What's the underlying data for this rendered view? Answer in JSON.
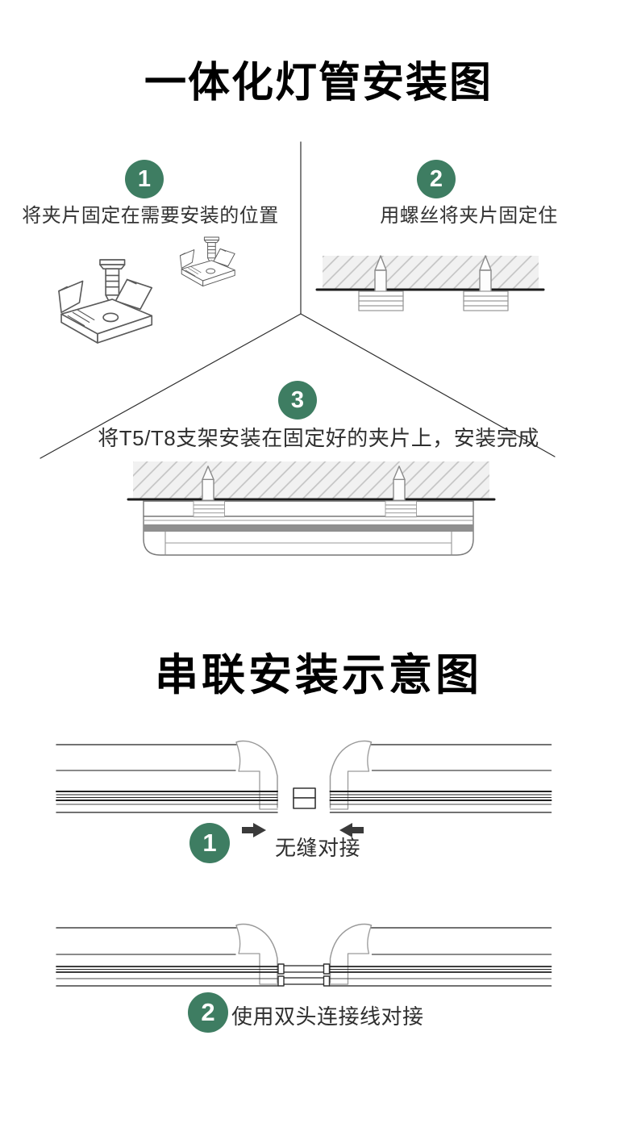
{
  "page": {
    "background": "#ffffff",
    "accent_green": "#3E7D62",
    "lamp_band_gray": "#8f8f8f",
    "ceiling_line_color": "#1a1a1a",
    "hatch_color": "#c2c2c2"
  },
  "section1": {
    "title": "一体化灯管安装图",
    "steps": [
      {
        "num": "1",
        "label": "将夹片固定在需要安装的位置"
      },
      {
        "num": "2",
        "label": "用螺丝将夹片固定住"
      },
      {
        "num": "3",
        "label": "将T5/T8支架安装在固定好的夹片上，安装完成"
      }
    ]
  },
  "section2": {
    "title": "串联安装示意图",
    "steps": [
      {
        "num": "1",
        "label": "无缝对接"
      },
      {
        "num": "2",
        "label": "使用双头连接线对接"
      }
    ]
  },
  "icons": {
    "arrow_right": "➡",
    "arrow_left": "⬅",
    "screw": "screw-icon",
    "clip": "mounting-clip-icon"
  }
}
